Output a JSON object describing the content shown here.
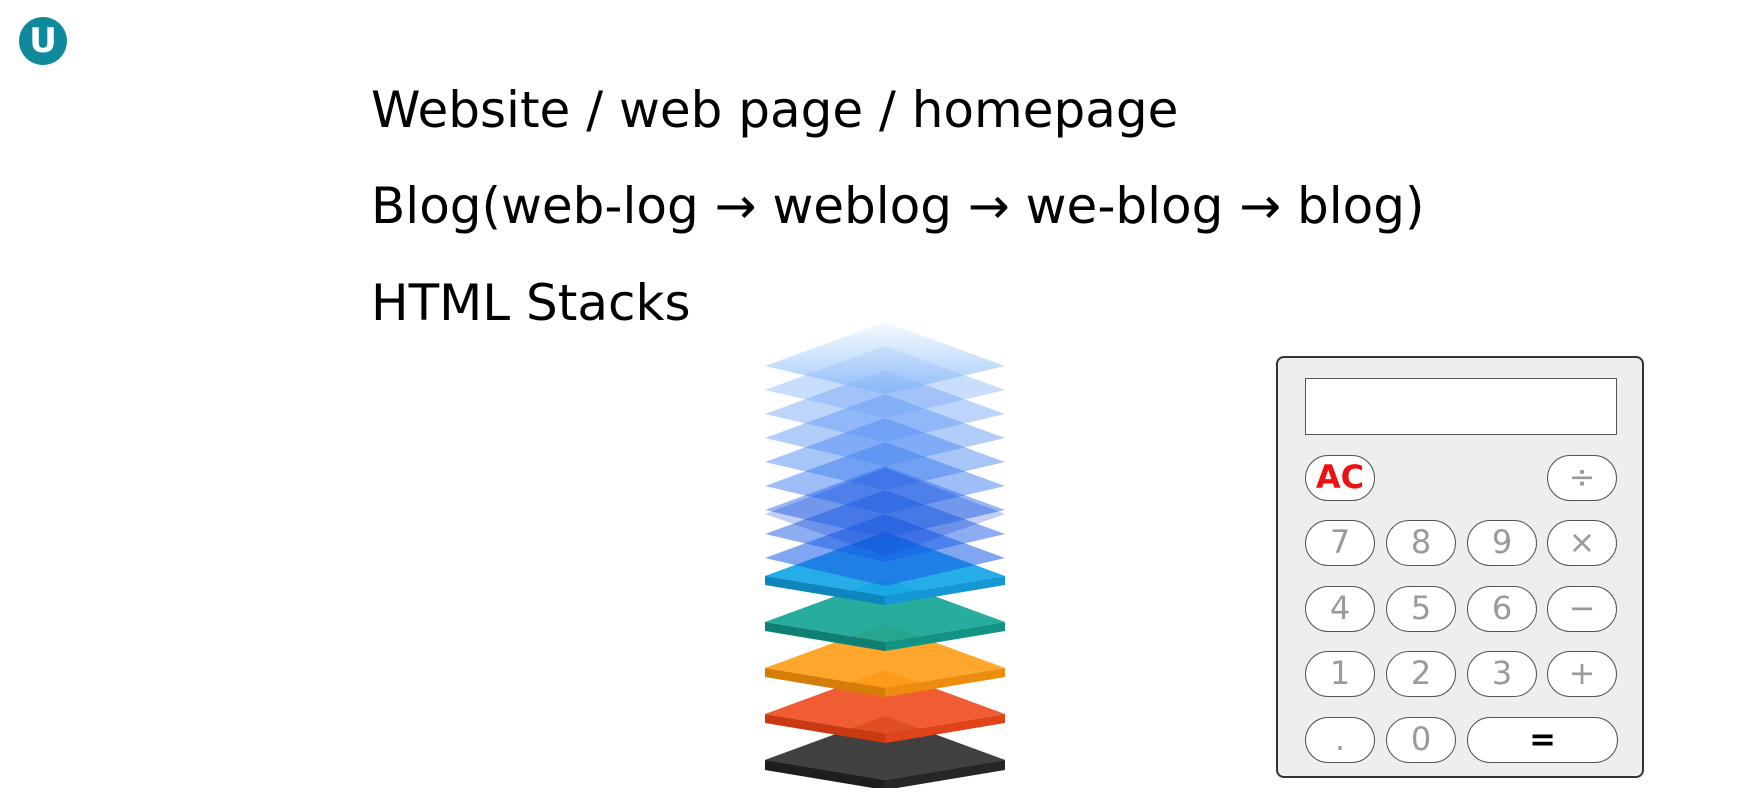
{
  "logo": {
    "letter": "U",
    "color": "#0e8a9c"
  },
  "lines": [
    "Website / web page / homepage",
    "Blog(web-log → weblog → we-blog → blog)",
    "HTML Stacks"
  ],
  "stack_icon": "layered-stack-icon",
  "stack_colors": {
    "blue_layers": "#1a5ce6",
    "cyan_layer": "#1aa8e6",
    "teal_layer": "#16a596",
    "orange_layer": "#ff9e1a",
    "red_layer": "#f04f22",
    "dark_layer": "#3a3a3a"
  },
  "calculator": {
    "display": "",
    "keys": {
      "ac": "AC",
      "divide": "÷",
      "seven": "7",
      "eight": "8",
      "nine": "9",
      "multiply": "×",
      "four": "4",
      "five": "5",
      "six": "6",
      "minus": "−",
      "one": "1",
      "two": "2",
      "three": "3",
      "plus": "+",
      "dot": ".",
      "zero": "0",
      "equals": "="
    },
    "ac_color": "#ee1111"
  }
}
